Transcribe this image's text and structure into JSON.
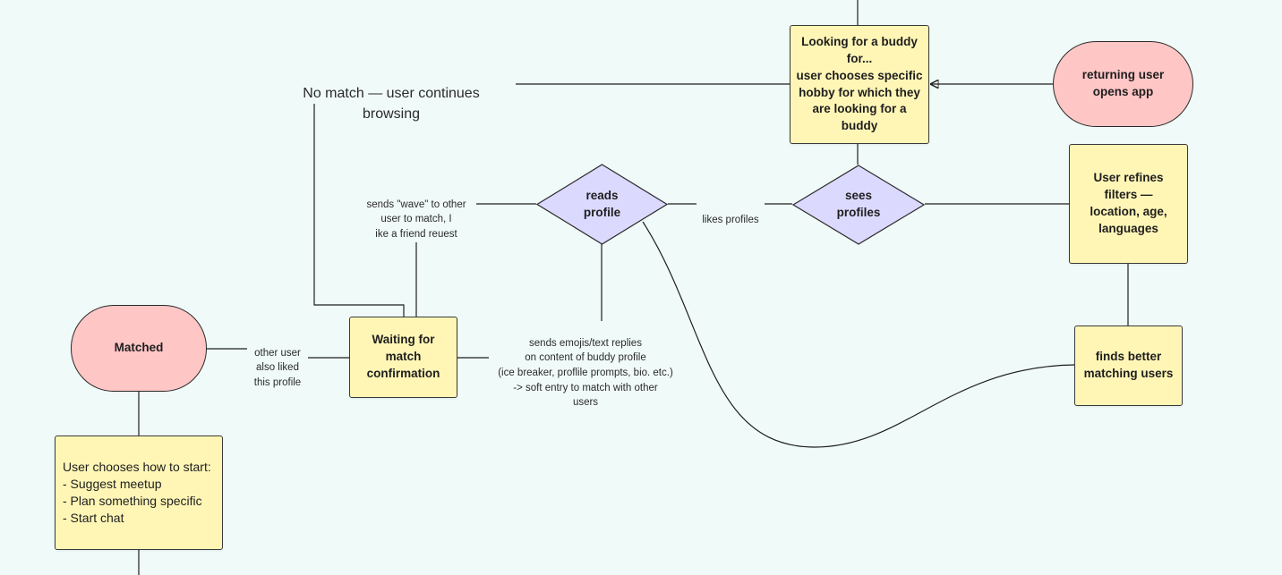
{
  "colors": {
    "background": "#f0fbf9",
    "sticky": "#fff6b6",
    "terminal": "#ffc6c6",
    "decision": "#dcd9ff"
  },
  "nodes": {
    "looking_for_buddy": "Looking for a buddy for...\nuser chooses specific hobby for which they are looking for a buddy",
    "returning_user": "returning user\nopens app",
    "sees_profiles": "sees\nprofiles",
    "reads_profile": "reads\nprofile",
    "refine_filters": "User refines filters — location, age, languages",
    "finds_better": "finds better matching users",
    "waiting_confirmation": "Waiting for match confirmation",
    "matched": "Matched",
    "how_to_start": "User chooses how to start:\n- Suggest meetup\n- Plan something specific\n- Start chat"
  },
  "notes": {
    "no_match": "No match — user continues\nbrowsing"
  },
  "edge_labels": {
    "likes_profiles": "likes profiles",
    "sends_wave": "sends \"wave\" to other\nuser to match, I\nike a friend reuest",
    "sends_emojis": "sends emojis/text replies\non content of buddy profile\n(ice breaker, proflile prompts, bio. etc.)\n-> soft entry to match with other\nusers",
    "other_user_liked": "other user\nalso liked\nthis profile"
  }
}
